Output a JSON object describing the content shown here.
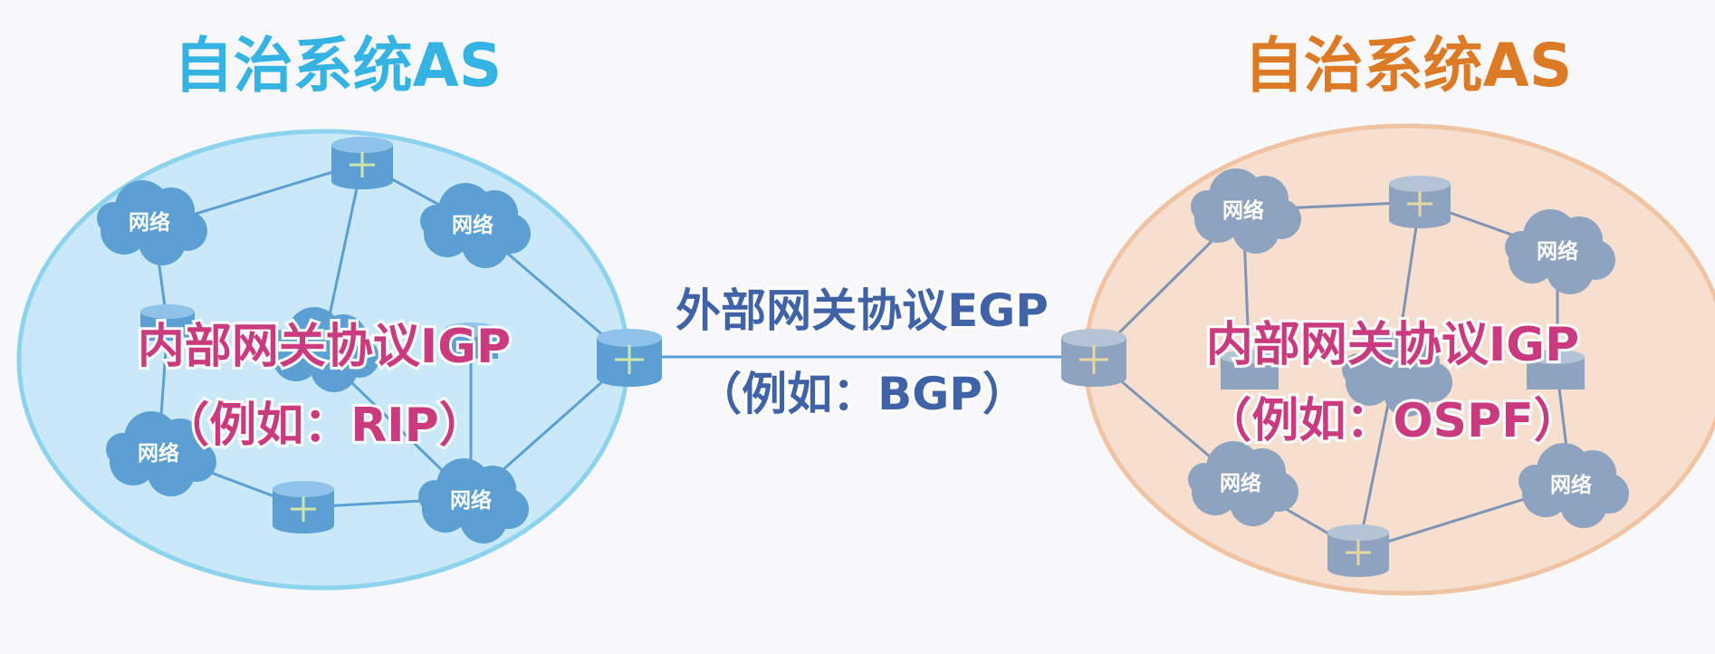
{
  "left_as": {
    "title": "自治系统AS",
    "protocol_line1": "内部网关协议IGP",
    "protocol_line2": "（例如：RIP）",
    "network_label": "网络",
    "fill": "#c9e9f8",
    "border": "#8ed3ee",
    "title_color": "#35b3e3",
    "node_color": "#5b9fd3"
  },
  "right_as": {
    "title": "自治系统AS",
    "protocol_line1": "内部网关协议IGP",
    "protocol_line2": "（例如：OSPF）",
    "network_label": "网络",
    "fill": "#f7dfd0",
    "border": "#f0c3a2",
    "title_color": "#dc7a26",
    "node_color": "#8da3bf"
  },
  "egp": {
    "line1": "外部网关协议EGP",
    "line2": "（例如：BGP）"
  }
}
